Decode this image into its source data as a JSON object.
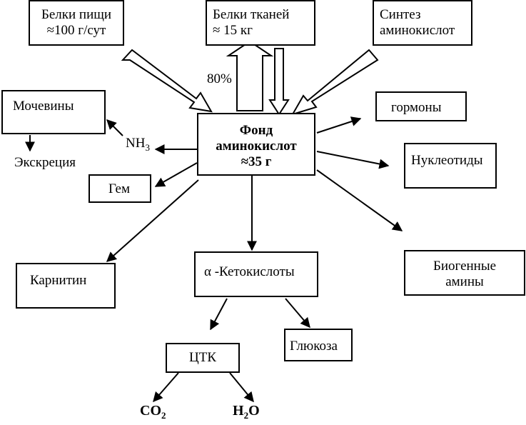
{
  "colors": {
    "ink": "#000000",
    "paper": "#ffffff"
  },
  "nodes": {
    "food_proteins": {
      "line1": "Белки пищи",
      "line2": "≈100 г/сут"
    },
    "tissue_proteins": {
      "line1": "Белки тканей",
      "line2": "≈ 15 кг"
    },
    "synthesis": {
      "line1": "Синтез",
      "line2": "аминокислот"
    },
    "pool": {
      "line1": "Фонд",
      "line2": "аминокислот",
      "line3": "≈35 г"
    },
    "urea": {
      "label": "Мочевины"
    },
    "excretion": {
      "label": "Экскреция"
    },
    "nh3": {
      "base": "NH",
      "sub": "3"
    },
    "heme": {
      "label": "Гем"
    },
    "carnitine": {
      "label": "Карнитин"
    },
    "hormones": {
      "label": "гормоны"
    },
    "nucleotides": {
      "label": "Нуклеотиды"
    },
    "biogenic_amines": {
      "line1": "Биогенные",
      "line2": "амины"
    },
    "keto_acids": {
      "label": "α -Кетокислоты"
    },
    "glucose": {
      "label": "Глюкоза"
    },
    "tca": {
      "label": "ЦТК"
    },
    "co2": {
      "base": "CO",
      "sub": "2"
    },
    "h2o": {
      "pre": "H",
      "sub": "2",
      "post": "O"
    }
  },
  "annotations": {
    "percent": "80%"
  }
}
